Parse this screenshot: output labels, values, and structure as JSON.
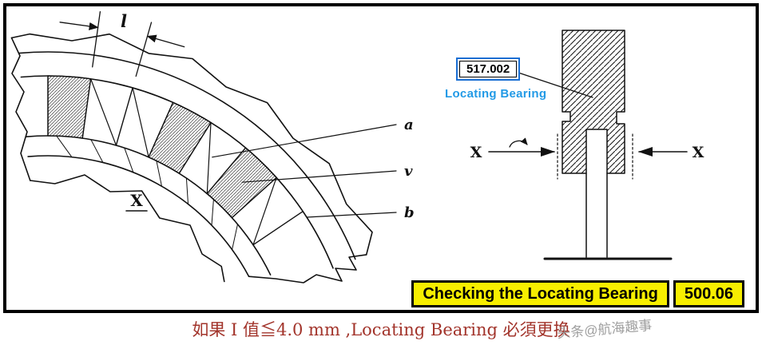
{
  "colors": {
    "blue_box_border": "#1a6fd4",
    "blue_text": "#229ae6",
    "banner_yellow": "#f7ee00",
    "caption_red": "#a2342b",
    "watermark_gray": "#8f8f8f"
  },
  "left_drawing": {
    "dimension_label": "l",
    "view_label": "X",
    "callout_a": "a",
    "callout_v": "v",
    "callout_b": "b"
  },
  "right_drawing": {
    "part_number": "517.002",
    "part_name": "Locating Bearing",
    "axis_label_left": "X",
    "axis_label_right": "X"
  },
  "banner": {
    "title": "Checking the Locating Bearing",
    "code": "500.06"
  },
  "footer": {
    "caption": "如果 I 值≦4.0 mm ,Locating Bearing 必須更换",
    "watermark": "头条@航海趣事"
  }
}
